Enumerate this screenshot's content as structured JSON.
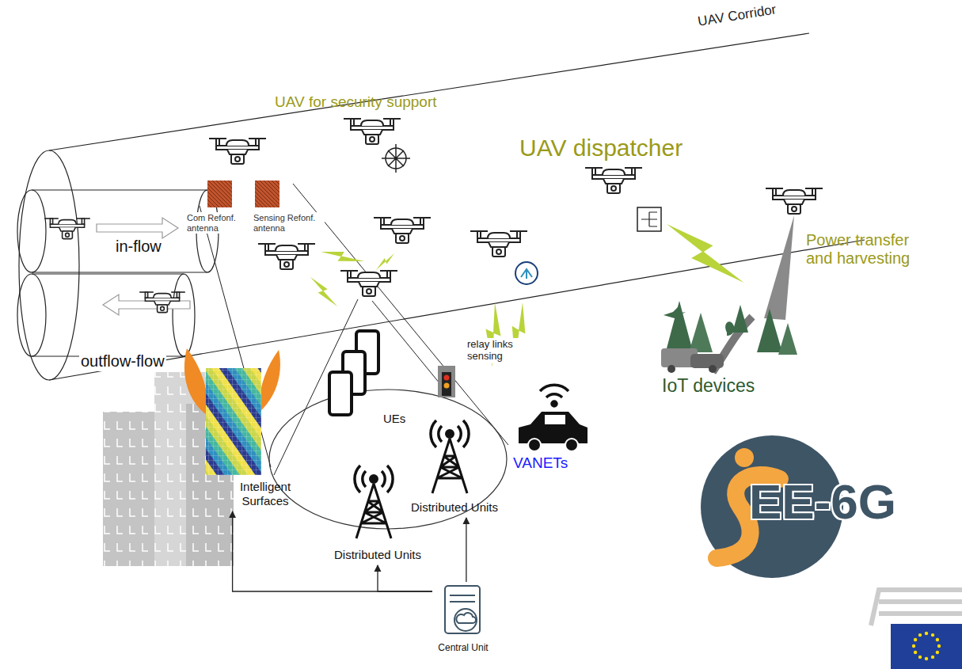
{
  "diagram": {
    "nodes": [
      {
        "text": [
          "Intelligent Surfaces"
        ]
      },
      {
        "text": [
          "Distributed Units"
        ]
      },
      {
        "text": [
          "Distributed Units"
        ]
      },
      {
        "text": [
          "Central Unit"
        ]
      }
    ],
    "edges": [
      {
        "from": 3,
        "to": 0,
        "arrow": "to"
      },
      {
        "from": 3,
        "to": 1,
        "arrow": "to"
      },
      {
        "from": 3,
        "to": 2,
        "arrow": "to"
      }
    ],
    "labels": [
      "UAV Corridor",
      "UAV for security support",
      "Com Refonf. antenna",
      "Sensing Refonf. antenna",
      "UAV dispatcher",
      "in-flow",
      "outflow-flow",
      "Power transfer and harvesting",
      "relay links sensing",
      "UEs",
      "VANETs",
      "IoT devices",
      "EE-6G"
    ]
  }
}
